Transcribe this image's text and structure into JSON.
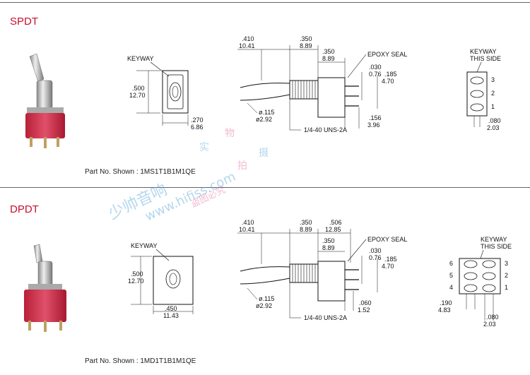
{
  "sections": [
    {
      "title": "SPDT",
      "part_no": "Part No. Shown : 1MS1T1B1M1QE",
      "front": {
        "keyway": "KEYWAY",
        "height_in": ".500",
        "height_mm": "12.70",
        "width_in": ".270",
        "width_mm": "6.86"
      },
      "side": {
        "d410_in": ".410",
        "d410_mm": "10.41",
        "d350a_in": ".350",
        "d350a_mm": "8.89",
        "d350b_in": ".350",
        "d350b_mm": "8.89",
        "d030_in": ".030",
        "d030_mm": "0.76",
        "d185_in": ".185",
        "d185_mm": "4.70",
        "dia_in": "ø.115",
        "dia_mm": "ø2.92",
        "d156_in": ".156",
        "d156_mm": "3.96",
        "thread": "1/4-40 UNS-2A",
        "epoxy": "EPOXY SEAL"
      },
      "bottom": {
        "keyway1": "KEYWAY",
        "keyway2": "THIS SIDE",
        "pins": [
          "3",
          "2",
          "1"
        ],
        "d080_in": ".080",
        "d080_mm": "2.03"
      }
    },
    {
      "title": "DPDT",
      "part_no": "Part No. Shown : 1MD1T1B1M1QE",
      "front": {
        "keyway": "KEYWAY",
        "height_in": ".500",
        "height_mm": "12.70",
        "width_in": ".450",
        "width_mm": "11.43"
      },
      "side": {
        "d410_in": ".410",
        "d410_mm": "10.41",
        "d350a_in": ".350",
        "d350a_mm": "8.89",
        "d506_in": ".506",
        "d506_mm": "12.85",
        "d350b_in": ".350",
        "d350b_mm": "8.89",
        "d030_in": ".030",
        "d030_mm": "0.76",
        "d185_in": ".185",
        "d185_mm": "4.70",
        "dia_in": "ø.115",
        "dia_mm": "ø2.92",
        "d060_in": ".060",
        "d060_mm": "1.52",
        "thread": "1/4-40 UNS-2A",
        "epoxy": "EPOXY SEAL"
      },
      "bottom": {
        "keyway1": "KEYWAY",
        "keyway2": "THIS SIDE",
        "pins_left": [
          "6",
          "5",
          "4"
        ],
        "pins_right": [
          "3",
          "2",
          "1"
        ],
        "d190_in": ".190",
        "d190_mm": "4.83",
        "d080_in": ".080",
        "d080_mm": "2.03"
      }
    }
  ],
  "watermark": {
    "line1": "少帅音响",
    "line2": "www.hifiss.com",
    "stamps": [
      "实",
      "物",
      "拍",
      "摄"
    ],
    "notice": "盗图必究"
  },
  "colors": {
    "title_red": "#c8102e",
    "switch_red": "#d0304a",
    "watermark_blue": "#5aa7d8",
    "watermark_pink": "#e06a9a"
  }
}
